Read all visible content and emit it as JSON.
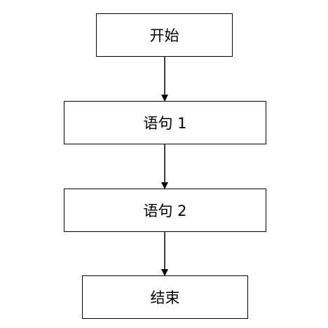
{
  "flowchart": {
    "nodes": [
      {
        "id": "start",
        "label": "开始"
      },
      {
        "id": "stmt1",
        "label": "语句 1"
      },
      {
        "id": "stmt2",
        "label": "语句 2"
      },
      {
        "id": "end",
        "label": "结束"
      }
    ],
    "edges": [
      {
        "from": "start",
        "to": "stmt1"
      },
      {
        "from": "stmt1",
        "to": "stmt2"
      },
      {
        "from": "stmt2",
        "to": "end"
      }
    ],
    "colors": {
      "stroke": "#000000",
      "background": "#ffffff"
    }
  }
}
